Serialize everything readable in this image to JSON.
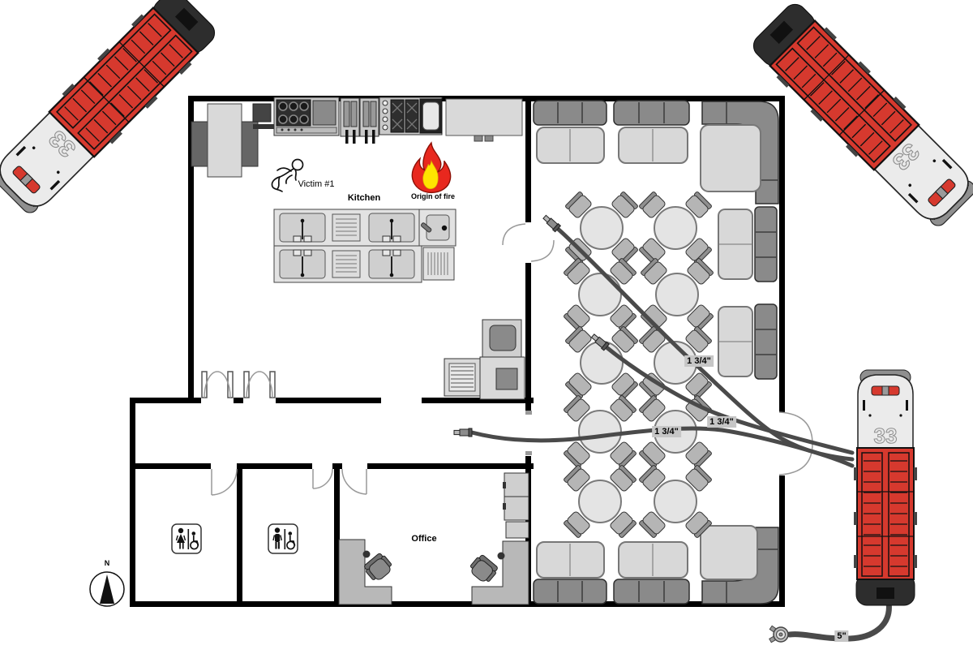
{
  "scene": {
    "type": "fire-incident-floor-plan",
    "description": "Restaurant floor plan with fire origin in kitchen, one victim, three engines marked 33, three attack lines and one supply line to a hydrant"
  },
  "labels": {
    "victim": "Victim #1",
    "kitchen": "Kitchen",
    "fire_origin": "Origin of fire",
    "office": "Office",
    "compass_north": "N"
  },
  "hoses": {
    "attack_labels": [
      "1 3/4\"",
      "1 3/4\"",
      "1 3/4\""
    ],
    "supply_label": "5\"",
    "count_attack_lines": 3,
    "count_supply_lines": 1
  },
  "apparatus": {
    "engine_number": "33",
    "count": 3
  },
  "symbols": {
    "hydrant": "fire-hydrant",
    "flame": "origin-of-fire-flame",
    "victim": "body-outline",
    "restrooms": [
      "women-accessible",
      "men-accessible"
    ]
  },
  "colors": {
    "wall": "#000000",
    "truck_red": "#d6392e",
    "truck_cab": "#ebebeb",
    "hose": "#4a4a4a",
    "bench": "#8a8a8a",
    "table": "#d8d8d8",
    "flame_red": "#e8281e",
    "flame_yellow": "#ffe400",
    "label_bg": "#c6c6c6"
  }
}
